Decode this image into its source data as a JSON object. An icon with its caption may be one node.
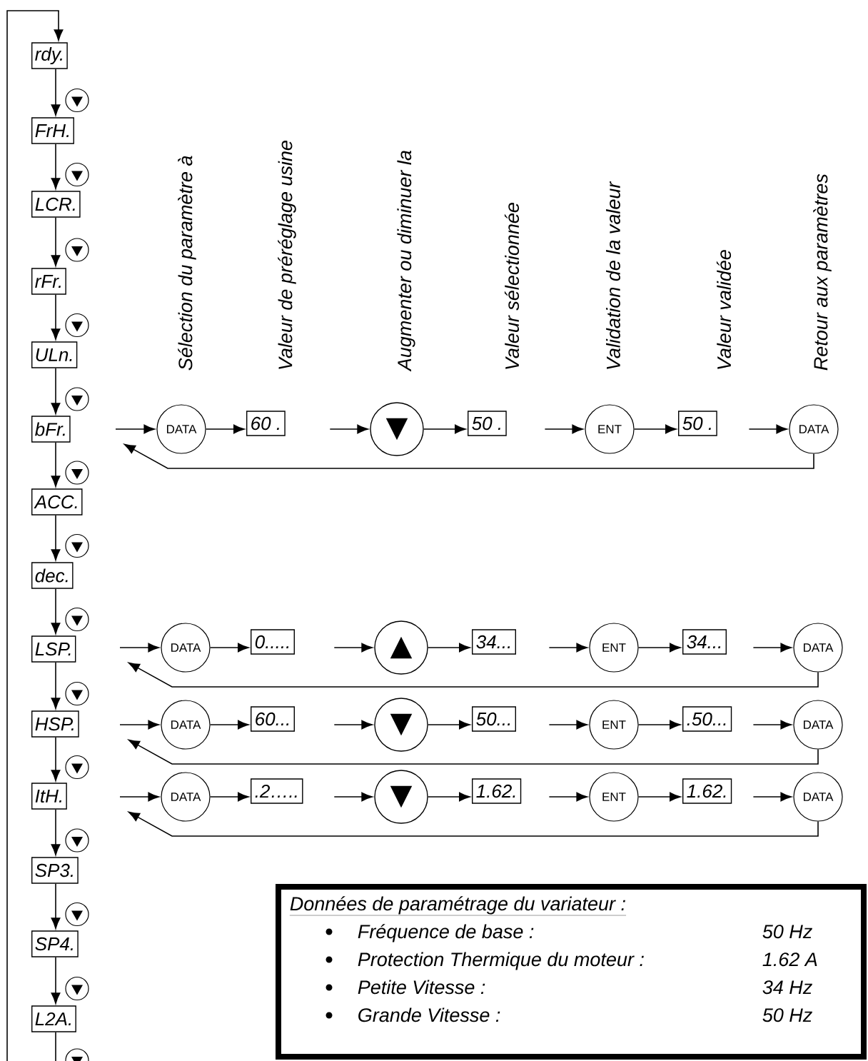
{
  "diagram": {
    "nodes": [
      {
        "text": [
          "rdy."
        ]
      },
      {
        "text": [
          "FrH."
        ]
      },
      {
        "text": [
          "LCR."
        ]
      },
      {
        "text": [
          "rFr."
        ]
      },
      {
        "text": [
          "ULn."
        ]
      },
      {
        "text": [
          "bFr."
        ]
      },
      {
        "text": [
          "ACC."
        ]
      },
      {
        "text": [
          "dec."
        ]
      },
      {
        "text": [
          "LSP."
        ]
      },
      {
        "text": [
          "HSP."
        ]
      },
      {
        "text": [
          "ItH."
        ]
      },
      {
        "text": [
          "SP3."
        ]
      },
      {
        "text": [
          "SP4."
        ]
      },
      {
        "text": [
          "L2A."
        ]
      },
      {
        "text": [
          "DATA"
        ]
      },
      {
        "text": [
          "60 ."
        ]
      },
      {
        "text": [
          "▼"
        ]
      },
      {
        "text": [
          "50 ."
        ]
      },
      {
        "text": [
          "ENT"
        ]
      },
      {
        "text": [
          "50 ."
        ]
      },
      {
        "text": [
          "DATA"
        ]
      },
      {
        "text": [
          "DATA"
        ]
      },
      {
        "text": [
          "0....."
        ]
      },
      {
        "text": [
          "▲"
        ]
      },
      {
        "text": [
          "34..."
        ]
      },
      {
        "text": [
          "ENT"
        ]
      },
      {
        "text": [
          "34..."
        ]
      },
      {
        "text": [
          "DATA"
        ]
      },
      {
        "text": [
          "DATA"
        ]
      },
      {
        "text": [
          "60..."
        ]
      },
      {
        "text": [
          "▼"
        ]
      },
      {
        "text": [
          "50..."
        ]
      },
      {
        "text": [
          "ENT"
        ]
      },
      {
        "text": [
          ".50..."
        ]
      },
      {
        "text": [
          "DATA"
        ]
      },
      {
        "text": [
          "DATA"
        ]
      },
      {
        "text": [
          ".2….."
        ]
      },
      {
        "text": [
          "▼"
        ]
      },
      {
        "text": [
          "1.62."
        ]
      },
      {
        "text": [
          "ENT"
        ]
      },
      {
        "text": [
          "1.62."
        ]
      },
      {
        "text": [
          "DATA"
        ]
      },
      {
        "text": [
          "Données de paramétrage du variateur :",
          "Fréquence de base :",
          "50 Hz",
          "Protection Thermique du moteur :",
          "1.62 A",
          "Petite Vitesse :",
          "34 Hz",
          "Grande Vitesse :",
          "50 Hz"
        ]
      }
    ],
    "edges": [
      {
        "from": null,
        "to": 0,
        "arrow": "to"
      },
      {
        "from": 0,
        "to": 1,
        "arrow": "to"
      },
      {
        "from": 1,
        "to": 2,
        "arrow": "to"
      },
      {
        "from": 2,
        "to": 3,
        "arrow": "to"
      },
      {
        "from": 3,
        "to": 4,
        "arrow": "to"
      },
      {
        "from": 4,
        "to": 5,
        "arrow": "to"
      },
      {
        "from": 5,
        "to": 6,
        "arrow": "to"
      },
      {
        "from": 6,
        "to": 7,
        "arrow": "to"
      },
      {
        "from": 7,
        "to": 8,
        "arrow": "to"
      },
      {
        "from": 8,
        "to": 9,
        "arrow": "to"
      },
      {
        "from": 9,
        "to": 10,
        "arrow": "to"
      },
      {
        "from": 10,
        "to": 11,
        "arrow": "to"
      },
      {
        "from": 11,
        "to": 12,
        "arrow": "to"
      },
      {
        "from": 12,
        "to": 13,
        "arrow": "to"
      },
      {
        "from": 13,
        "to": null,
        "arrow": "none"
      },
      {
        "from": null,
        "to": 14,
        "arrow": "to"
      },
      {
        "from": 14,
        "to": 15,
        "arrow": "to"
      },
      {
        "from": null,
        "to": 16,
        "arrow": "to"
      },
      {
        "from": 16,
        "to": 17,
        "arrow": "to"
      },
      {
        "from": null,
        "to": 18,
        "arrow": "to"
      },
      {
        "from": 18,
        "to": 19,
        "arrow": "to"
      },
      {
        "from": null,
        "to": 20,
        "arrow": "to"
      },
      {
        "from": 20,
        "to": null,
        "arrow": "to"
      },
      {
        "from": null,
        "to": 21,
        "arrow": "to"
      },
      {
        "from": 21,
        "to": 22,
        "arrow": "to"
      },
      {
        "from": null,
        "to": 23,
        "arrow": "to"
      },
      {
        "from": 23,
        "to": 24,
        "arrow": "to"
      },
      {
        "from": null,
        "to": 25,
        "arrow": "to"
      },
      {
        "from": 25,
        "to": 26,
        "arrow": "to"
      },
      {
        "from": null,
        "to": 27,
        "arrow": "to"
      },
      {
        "from": 27,
        "to": null,
        "arrow": "to"
      },
      {
        "from": null,
        "to": 28,
        "arrow": "to"
      },
      {
        "from": 28,
        "to": 29,
        "arrow": "to"
      },
      {
        "from": null,
        "to": 30,
        "arrow": "to"
      },
      {
        "from": 30,
        "to": 31,
        "arrow": "to"
      },
      {
        "from": null,
        "to": 32,
        "arrow": "to"
      },
      {
        "from": 32,
        "to": 33,
        "arrow": "to"
      },
      {
        "from": null,
        "to": 34,
        "arrow": "to"
      },
      {
        "from": 34,
        "to": null,
        "arrow": "to"
      },
      {
        "from": null,
        "to": 35,
        "arrow": "to"
      },
      {
        "from": 35,
        "to": 36,
        "arrow": "to"
      },
      {
        "from": null,
        "to": 37,
        "arrow": "to"
      },
      {
        "from": 37,
        "to": 38,
        "arrow": "to"
      },
      {
        "from": null,
        "to": 39,
        "arrow": "to"
      },
      {
        "from": 39,
        "to": 40,
        "arrow": "to"
      },
      {
        "from": null,
        "to": 41,
        "arrow": "to"
      },
      {
        "from": 41,
        "to": null,
        "arrow": "to"
      }
    ],
    "labels": [
      "Sélection du paramètre à",
      "Valeur de préréglage usine",
      "Augmenter ou diminuer la",
      "Valeur sélectionnée",
      "Validation de la valeur",
      "Valeur validée",
      "Retour aux paramètres"
    ]
  }
}
